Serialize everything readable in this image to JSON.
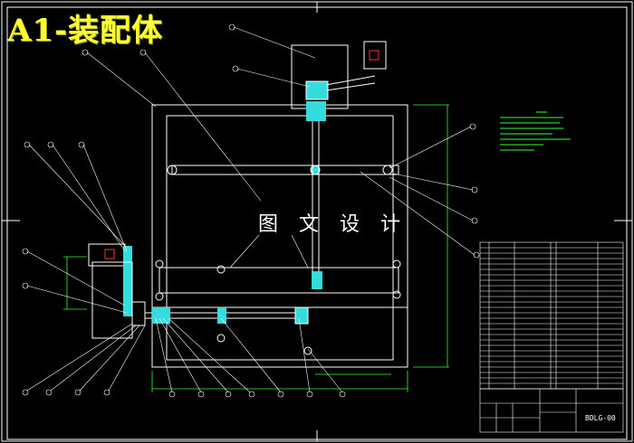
{
  "title": "A1-装配体",
  "watermark": "图 文 设 计",
  "title_block": {
    "drawing_code": "BDLG-00"
  },
  "colors": {
    "background": "#000000",
    "outline": "#ffffff",
    "title": "#ffff33",
    "dimension": "#33ff33",
    "part_fill": "#33dddd",
    "motor": "#ff3333",
    "note_text": "#33ff33"
  }
}
